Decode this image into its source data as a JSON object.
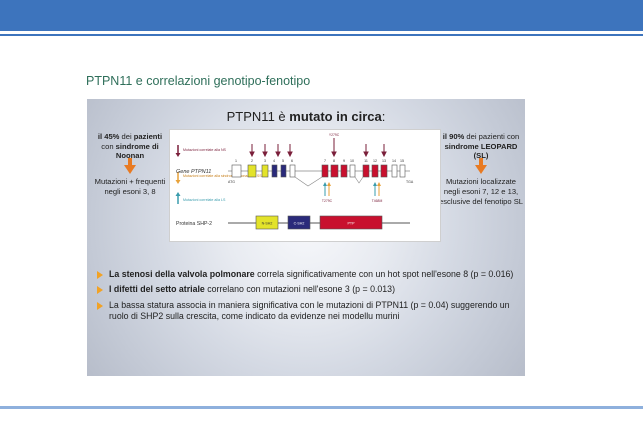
{
  "page_title": "PTPN11 e correlazioni genotipo-fenotipo",
  "slide": {
    "title_pre": "PTPN11 è ",
    "title_bold": "mutato in circa",
    "title_post": ":",
    "left": {
      "percent": "il 45%",
      "pazienti_pre": " dei ",
      "pazienti": "pazienti",
      "con": " con ",
      "syndrome": "sindrome di Noonan",
      "note": "Mutazioni + frequenti negli esoni 3, 8"
    },
    "right": {
      "percent": "il 90%",
      "text1": " dei pazienti con ",
      "syndrome": "sindrome LEOPARD (SL)",
      "note": "Mutazioni localizzate negli esoni 7, 12 e 13, esclusive del fenotipo SL"
    },
    "diagram": {
      "legend": [
        "Mutazioni correlate alla NS",
        "Mutazioni correlate alla sindrome Noonan-like SS",
        "Mutazioni correlate alla LS"
      ],
      "gene_label": "Gene PTPN11",
      "protein_label": "Proteina SHP-2",
      "atg": "ATG",
      "tga": "TGA",
      "exon_numbers": [
        "1",
        "2",
        "3",
        "4",
        "5",
        "6",
        "7",
        "8",
        "9",
        "10",
        "11",
        "12",
        "13",
        "14",
        "15"
      ],
      "mut_top": "Y279C",
      "mut_a": "T279C",
      "mut_b": "T468M",
      "domains": [
        "N-SH2",
        "C-SH2",
        "PTP"
      ]
    },
    "bullets": [
      {
        "bold": "La stenosi della valvola polmonare",
        "text": " correla significativamente con un hot spot nell'esone 8 (p = 0.016)"
      },
      {
        "bold": "I difetti del setto atriale",
        "text": " correlano con mutazioni nell'esone 3 (p = 0.013)"
      },
      {
        "bold": "",
        "text": "La bassa statura associa in maniera significativa con le mutazioni di PTPN11 (p = 0.04) suggerendo un ruolo di SHP2 sulla crescita, come indicato da evidenze nei modellu murini"
      }
    ]
  },
  "colors": {
    "header_bar": "#3d74bd",
    "title_text": "#2f6f5a",
    "arrow": "#e87a22",
    "bullet": "#f2a224",
    "exon_red": "#c8102e",
    "exon_yellow": "#e3e32a",
    "exon_navy": "#2a2a7a"
  }
}
